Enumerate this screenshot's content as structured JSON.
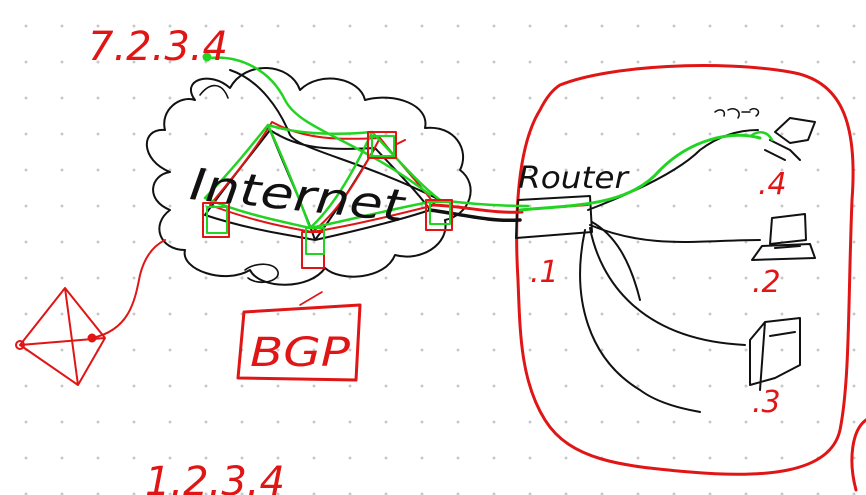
{
  "labels": {
    "top_ip": "7.2.3.4",
    "bottom_ip": "1.2.3.4",
    "cloud": "Internet",
    "router": "Router",
    "router_addr": ".1",
    "host_2": ".2",
    "host_3": ".3",
    "host_4": ".4",
    "bgp": "BGP"
  },
  "colors": {
    "ink": "#111111",
    "red": "#e01515",
    "green": "#22d422",
    "grid_dot": "#c8c8c8"
  },
  "icons": [
    "cloud",
    "router-box",
    "laptop-icon",
    "tower-pc-icon",
    "host-device-icon",
    "remote-node-icon"
  ]
}
